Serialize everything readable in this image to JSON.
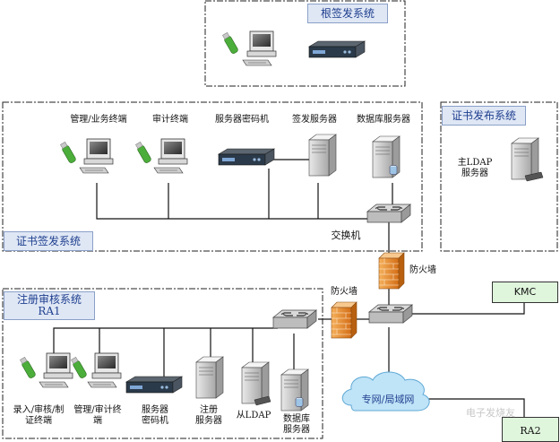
{
  "regions": {
    "root_ca": "根签发系统",
    "cert_publish": "证书发布系统",
    "cert_issue": "证书签发系统",
    "ra": {
      "line1": "注册审核系统",
      "line2": "RA1"
    }
  },
  "issue_nodes": {
    "mgmt_terminal": "管理/业务终端",
    "audit_terminal": "审计终端",
    "server_crypto": "服务器密码机",
    "sign_server": "签发服务器",
    "db_server": "数据库服务器",
    "switch": "交换机"
  },
  "publish_nodes": {
    "main_ldap": "主LDAP\n服务器"
  },
  "network": {
    "firewall_top": "防火墙",
    "firewall_left": "防火墙",
    "kmc": "KMC",
    "cloud": "专网/局域网",
    "bottom_box": "RA2"
  },
  "ra_nodes": {
    "entry": "录入/审核/制\n证终端",
    "mgmt_audit": "管理/审计终\n端",
    "server_crypto": "服务器\n密码机",
    "register": "注册\n服务器",
    "slave_ldap": "从LDAP",
    "db": "数据库\n服务器"
  },
  "watermark": "电子发烧友",
  "colors": {
    "header_bg": "#dfe7f5",
    "header_text": "#1f3f8f",
    "kmc_bg": "#dff5dc",
    "firewall": "#e8892a",
    "usb_key": "#4cae3a",
    "cloud": "#bfe3f7"
  }
}
